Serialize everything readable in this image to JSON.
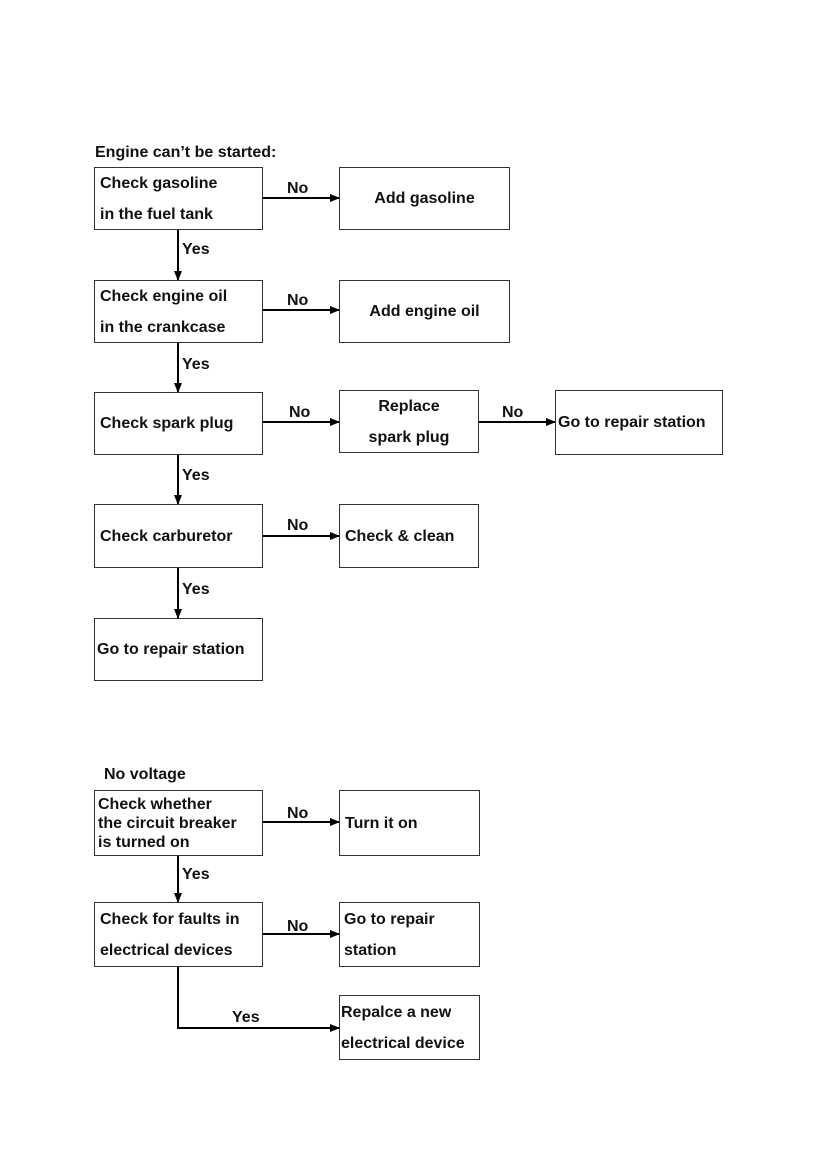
{
  "flowchart_engine": {
    "heading": "Engine can’t be started:",
    "check_gasoline": [
      "Check gasoline",
      "in the fuel tank"
    ],
    "add_gasoline": "Add gasoline",
    "check_engine_oil": [
      "Check engine oil",
      "in the crankcase"
    ],
    "add_engine_oil": "Add engine oil",
    "check_spark_plug": "Check spark plug",
    "replace_spark_plug": [
      "Replace",
      "spark plug"
    ],
    "spark_repair_station": "Go to repair station",
    "check_carburetor": "Check carburetor",
    "check_clean": "Check & clean",
    "final_repair_station": "Go to repair station",
    "label_no": "No",
    "label_yes": "Yes"
  },
  "flowchart_voltage": {
    "heading": "No voltage",
    "check_breaker": [
      "Check whether",
      "the circuit breaker",
      "is turned on"
    ],
    "turn_on": "Turn it on",
    "check_faults": [
      "Check for faults in",
      "electrical devices"
    ],
    "go_repair": [
      "Go to repair",
      "station"
    ],
    "replace_device": [
      "Repalce a new",
      "electrical device"
    ],
    "label_no": "No",
    "label_yes": "Yes"
  },
  "colors": {
    "line": "#000000",
    "border": "#333333",
    "text": "#111111"
  }
}
